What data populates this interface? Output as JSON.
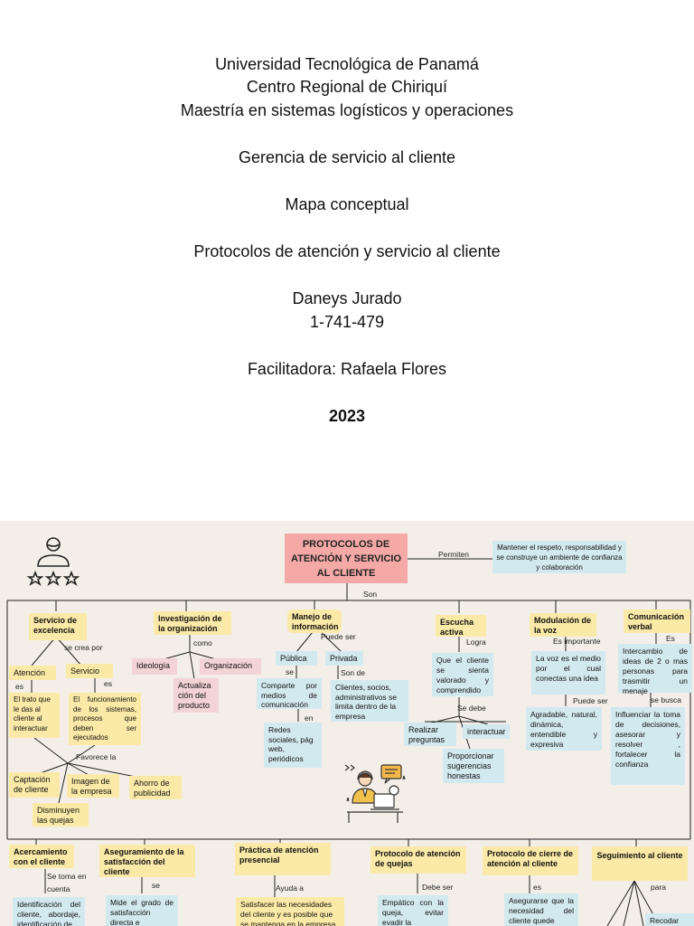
{
  "cover": {
    "university": "Universidad Tecnológica de Panamá",
    "center": "Centro Regional de Chiriquí",
    "program": "Maestría en sistemas logísticos y operaciones",
    "course": "Gerencia de servicio al cliente",
    "work_type": "Mapa conceptual",
    "topic": "Protocolos de atención y servicio al cliente",
    "author": "Daneys Jurado",
    "id": "1-741-479",
    "facilitator": "Facilitadora: Rafaela Flores",
    "year": "2023"
  },
  "map": {
    "main": "PROTOCOLOS DE ATENCIÓN Y SERVICIO AL CLIENTE",
    "permiten": "Permiten",
    "permiten_box": "Mantener el respeto, responsabilidad y se construye un ambiente de confianza y colaboración",
    "son": "Son",
    "excelencia": {
      "title": "Servicio de excelencia",
      "se_crea_por": "se crea por",
      "atencion": "Atención",
      "servicio": "Servicio",
      "es1": "es",
      "es2": "es",
      "atencion_desc": "El trato que le das al cliente al interactuar",
      "servicio_desc": "El funcionamiento de los sistemas, procesos que deben ser ejecutados",
      "favorece": "Favorece la",
      "captacion": "Captación de cliente",
      "imagen": "Imagen de la empresa",
      "ahorro": "Ahorro de publicidad",
      "disminuyen": "Disminuyen las quejas"
    },
    "investigacion": {
      "title": "Investigación de la organización",
      "como": "como",
      "ideologia": "Ideología",
      "organizacion": "Organización",
      "actualizacion": "Actualiza ción del producto"
    },
    "manejo": {
      "title": "Manejo de información",
      "puede_ser": "Puede ser",
      "publica": "Pública",
      "privada": "Privada",
      "se": "se",
      "son_de": "Son de",
      "comparte": "Comparte por medios de comunicación",
      "clientes": "Clientes, socios, administrativos se limita dentro de la empresa",
      "en": "en",
      "redes": "Redes sociales, pág web, periódicos"
    },
    "escucha": {
      "title": "Escucha activa",
      "logra": "Logra",
      "desc": "Que el cliente se sienta valorado y comprendido",
      "se_debe": "Se debe",
      "realizar": "Realizar preguntas",
      "interactuar": "interactuar",
      "proporcionar": "Proporcionar sugerencias honestas"
    },
    "modulacion": {
      "title": "Modulación de la voz",
      "es_importante": "Es importante",
      "desc": "La voz es el medio por el cual conectas una idea",
      "puede_ser": "Puede ser",
      "cualidades": "Agradable, natural, dinámica, entendible y expresiva"
    },
    "comunicacion": {
      "title": "Comunicación verbal",
      "es": "Es",
      "desc": "Intercambio de ideas de 2 o mas personas para trasmitir un menaje",
      "se_busca": "se busca",
      "busca": "Influenciar la toma de decisiones, asesorar y resolver , fortalecer la confianza"
    },
    "acercamiento": {
      "title": "Acercamiento con el cliente",
      "se_toma": "Se toma en cuenta",
      "desc": "Identificación del cliente, abordaje, identificación de"
    },
    "aseguramiento": {
      "title": "Aseguramiento de la satisfacción del cliente",
      "se": "se",
      "desc": "Mide el grado de satisfacción directa e"
    },
    "practica": {
      "title": "Práctica de atención presencial",
      "ayuda": "Ayuda a",
      "desc": "Satisfacer las necesidades del cliente y es posible que se mantenga en la empresa"
    },
    "quejas": {
      "title": "Protocolo de atención de quejas",
      "debe_ser": "Debe ser",
      "desc": "Empático con la queja, evitar evadir la"
    },
    "cierre": {
      "title": "Protocolo de cierre de atención al cliente",
      "es": "es",
      "desc": "Asegurarse que la necesidad del cliente quede"
    },
    "seguimiento": {
      "title": "Seguimiento al cliente",
      "para": "para",
      "recodar": "Recodar"
    },
    "colors": {
      "yellow": "#fbeaa7",
      "blue": "#d3e9f0",
      "pink": "#f3d3d6",
      "main": "#f4a9a6",
      "background": "#f3efe8"
    },
    "icons": [
      "user-stars-icon",
      "support-agent-icon"
    ]
  }
}
